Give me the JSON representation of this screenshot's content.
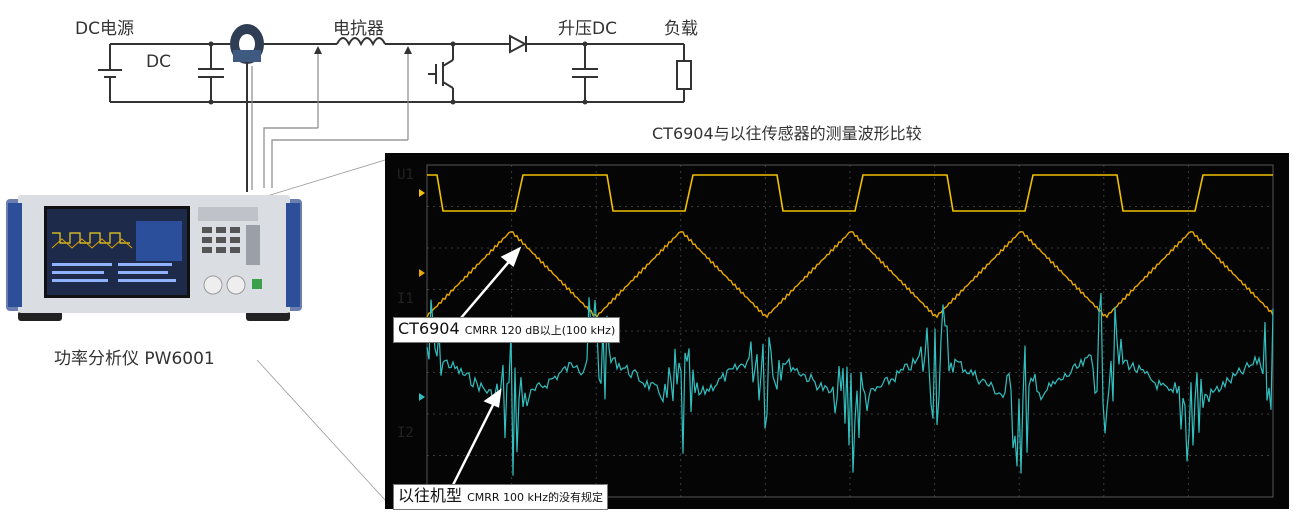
{
  "circuit": {
    "labels": {
      "dc_source": "DC电源",
      "dc": "DC",
      "reactor": "电抗器",
      "boost_dc": "升压DC",
      "load": "负载"
    }
  },
  "analyzer": {
    "caption": "功率分析仪 PW6001"
  },
  "scope": {
    "title": "CT6904与以往传感器的测量波形比较",
    "trace_labels": {
      "u1": "U1",
      "i1": "I1",
      "i2": "I2"
    },
    "colors": {
      "u1": "#f2c200",
      "i1": "#e8a800",
      "i2": "#33bfbf"
    },
    "callout_ct6904": {
      "name": "CT6904",
      "detail": "CMRR 120 dB以上(100 kHz)"
    },
    "callout_legacy": {
      "name": "以往机型",
      "detail": "CMRR 100 kHz的没有规定"
    }
  }
}
